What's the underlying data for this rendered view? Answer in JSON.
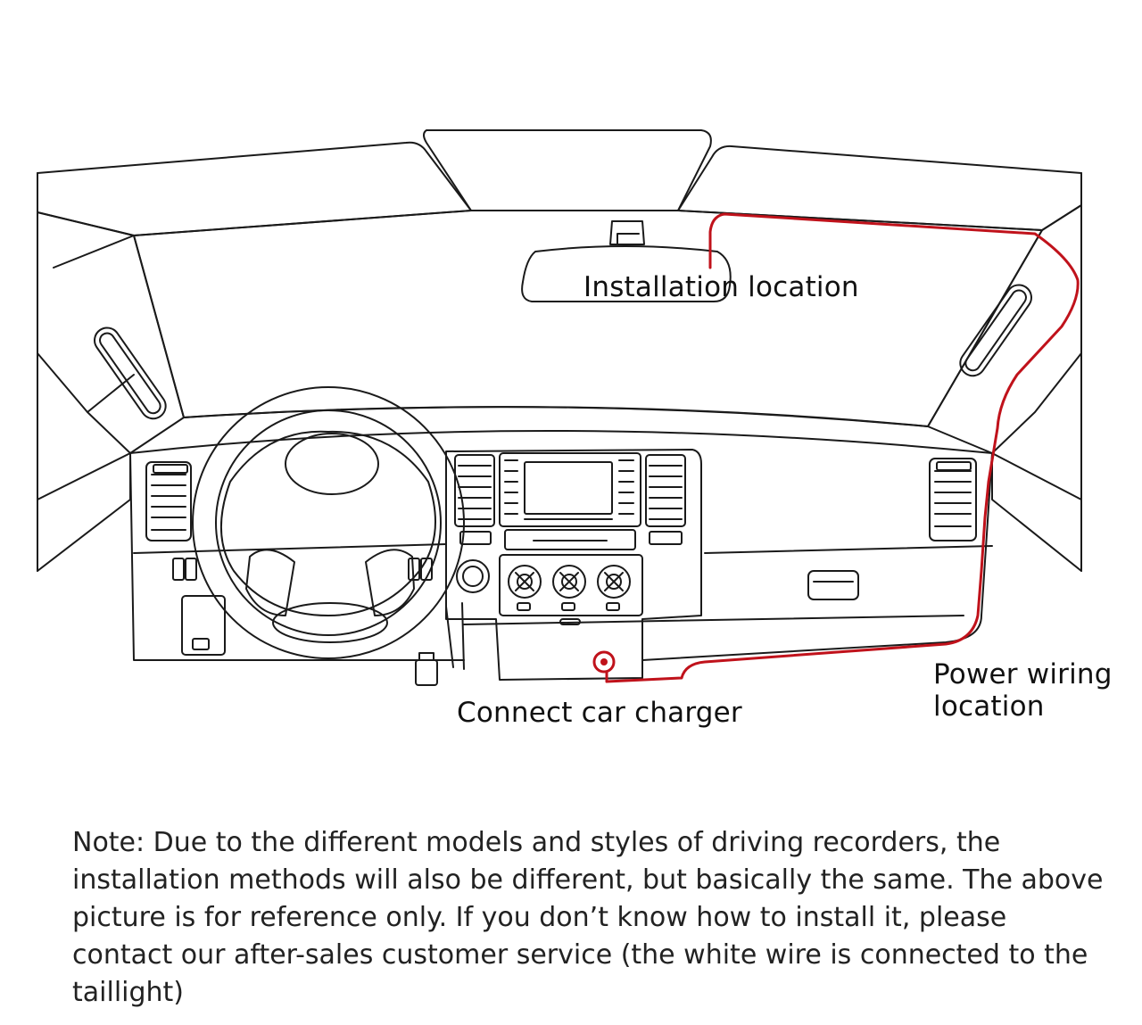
{
  "labels": {
    "installation": "Installation location",
    "charger": "Connect car charger",
    "power_line1": "Power wiring",
    "power_line2": "location"
  },
  "note": "Note: Due to the different models and styles of driving recorders, the installation methods will also be different, but basically the same. The above picture is for reference only. If you don’t know how to install it, please contact our after-sales customer service (the white wire is connected to the taillight)",
  "colors": {
    "line": "#1a1a1a",
    "wire": "#c0121b",
    "background": "#ffffff"
  },
  "icons": {
    "wire": "power-wire",
    "socket": "charger-socket-icon"
  }
}
